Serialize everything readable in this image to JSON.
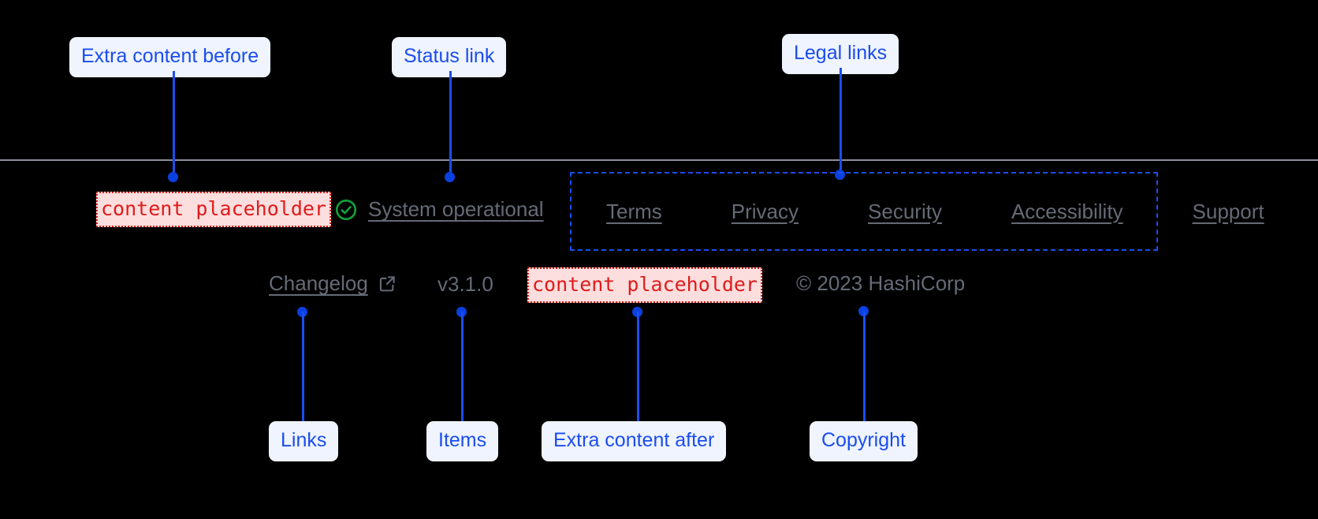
{
  "annotations": {
    "extra_before": "Extra content before",
    "status_link": "Status link",
    "legal_links": "Legal links",
    "links": "Links",
    "items": "Items",
    "extra_after": "Extra content after",
    "copyright": "Copyright"
  },
  "footer": {
    "placeholder_before": "content placeholder",
    "placeholder_after": "content placeholder",
    "status": {
      "icon": "check-circle-icon",
      "label": "System operational"
    },
    "legal": [
      {
        "label": "Terms"
      },
      {
        "label": "Privacy"
      },
      {
        "label": "Security"
      },
      {
        "label": "Accessibility"
      },
      {
        "label": "Support"
      }
    ],
    "changelog": {
      "label": "Changelog",
      "icon": "external-link-icon"
    },
    "version": "v3.1.0",
    "copyright": "© 2023 HashiCorp"
  },
  "colors": {
    "background": "#000000",
    "annotation_text": "#1b4df0",
    "annotation_bg": "#eff4fe",
    "placeholder_text": "#e01b1b",
    "placeholder_bg": "#fddede",
    "footer_text": "#656a76",
    "divider": "#8a8f98",
    "status_ok": "#10a13c"
  }
}
